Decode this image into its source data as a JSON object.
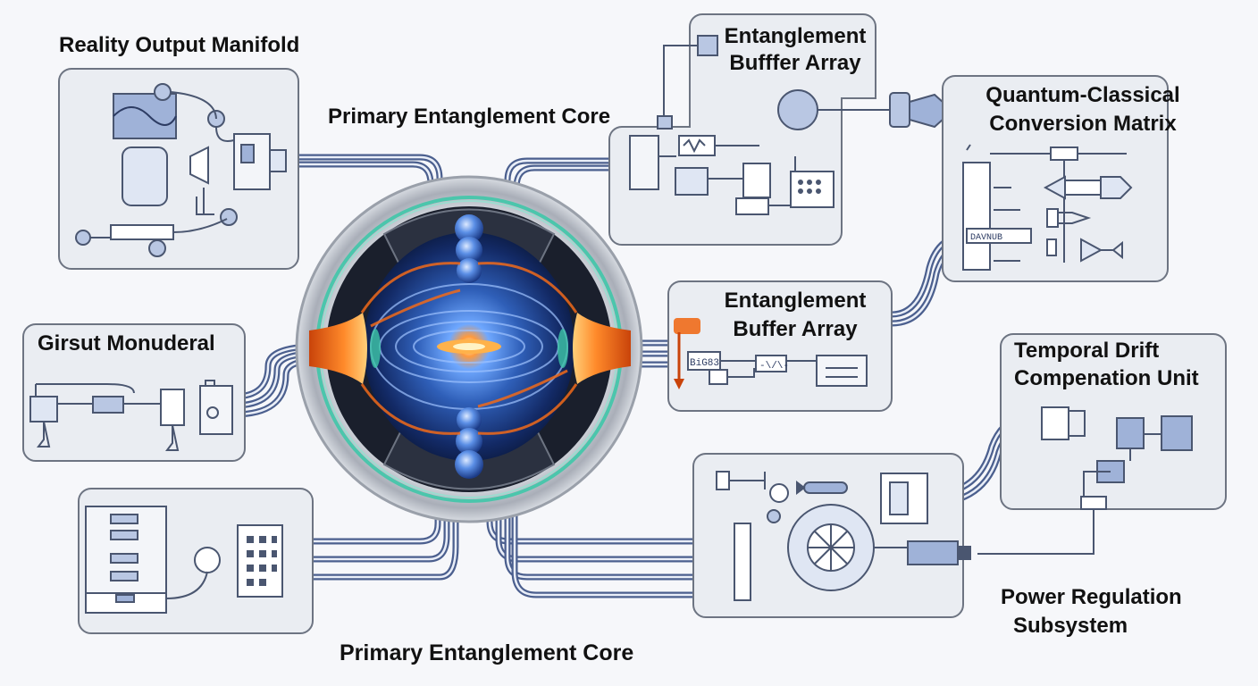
{
  "labels": {
    "reality_output_manifold": "Reality Output Manifold",
    "primary_core_top": "Primary Entanglement Core",
    "primary_core_bottom": "Primary Entanglement Core",
    "buffer_top_line1": "Entanglement",
    "buffer_top_line2": "Bufffer Array",
    "buffer_mid_line1": "Entanglement",
    "buffer_mid_line2": "Buffer Array",
    "qc_line1": "Quantum-Classical",
    "qc_line2": "Conversion Matrix",
    "girsut": "Girsut Monuderal",
    "temporal_line1": "Temporal Drift",
    "temporal_line2": "Compenation Unit",
    "power_line1": "Power Regulation",
    "power_line2": "Subsystem"
  },
  "component_text": {
    "buffer_mid_chip": "BiG83",
    "buffer_mid_signal": "-\\/\\-",
    "qc_chip": "DAVNUB"
  },
  "colors": {
    "panel_fill": "#eaedf2",
    "panel_stroke": "#6d7482",
    "cable": "#4b5f8e",
    "cable_light": "#e9eef8",
    "core_dark": "#0f1f4a",
    "core_blue": "#4a7fd6",
    "glow_orange": "#f06a1a",
    "ring_green": "#3fc7a8",
    "ring_gray": "#b8bcc4"
  }
}
